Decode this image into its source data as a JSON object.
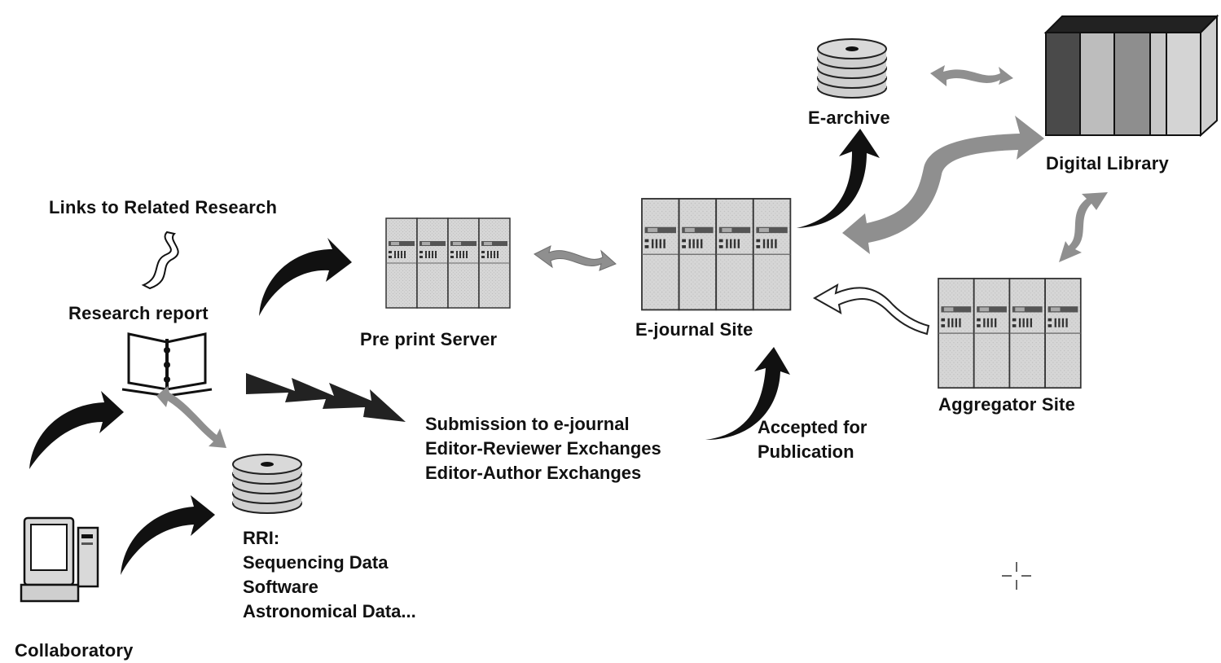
{
  "nodes": {
    "links_related": "Links to Related Research",
    "research_report": "Research report",
    "preprint_server": "Pre print Server",
    "ejournal_site": "E-journal Site",
    "earchive": "E-archive",
    "digital_library": "Digital Library",
    "aggregator_site": "Aggregator Site",
    "collaboratory": "Collaboratory",
    "accepted": [
      "Accepted for",
      "Publication"
    ],
    "exchanges": [
      "Submission to e-journal",
      "Editor-Reviewer Exchanges",
      "Editor-Author Exchanges"
    ],
    "rri": [
      "RRI:",
      "Sequencing Data",
      "Software",
      "Astronomical Data..."
    ]
  },
  "colors": {
    "black_arrow": "#111111",
    "gray_arrow": "#8f8f8f",
    "server_fill": "#d4d4d4",
    "server_stroke": "#333333"
  },
  "icons": [
    "server-rack-icon",
    "disk-stack-icon",
    "open-book-icon",
    "computer-icon",
    "library-shelf-icon",
    "crosshair-cursor-icon"
  ]
}
